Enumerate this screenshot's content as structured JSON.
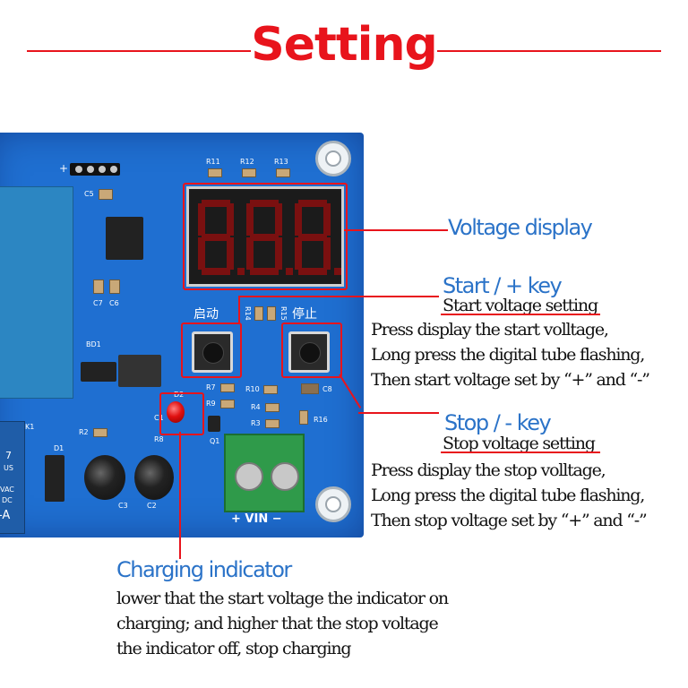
{
  "title": "Setting",
  "board": {
    "display_digits": [
      "8.",
      "8.",
      "8."
    ],
    "silk_start": "启动",
    "silk_stop": "停止",
    "silk_vin": "+ VIN −",
    "silk_labels": [
      "R11",
      "R12",
      "R13",
      "C5",
      "C7",
      "C6",
      "BD1",
      "R14",
      "R15",
      "R7",
      "R9",
      "R10",
      "C8",
      "R4",
      "R3",
      "R16",
      "D2",
      "C1",
      "R8",
      "Q1",
      "R2",
      "D1",
      "K1",
      "C3",
      "C2"
    ],
    "relay_text": [
      "7",
      "US",
      "VAC",
      "DC",
      "-A"
    ]
  },
  "callouts": {
    "voltage_display": {
      "heading": "Voltage display"
    },
    "start_key": {
      "heading": "Start / + key",
      "subheading": "Start voltage setting",
      "lines": [
        "Press display the start volltage,",
        "Long press the digital tube flashing,",
        "Then start voltage set by  “+”  and  “-”"
      ]
    },
    "stop_key": {
      "heading": "Stop / - key",
      "subheading": "Stop voltage setting",
      "lines": [
        "Press display the stop volltage,",
        "Long press the digital tube flashing,",
        "Then stop  voltage set by  “+”  and  “-”"
      ]
    },
    "charging_indicator": {
      "heading": "Charging indicator",
      "lines": [
        "lower that the start voltage the indicator on",
        "charging; and higher that the stop voltage",
        "the indicator off, stop charging"
      ]
    }
  },
  "colors": {
    "accent_red": "#e8141c",
    "heading_blue": "#2b73c8",
    "board_blue": "#1f6fd1"
  }
}
